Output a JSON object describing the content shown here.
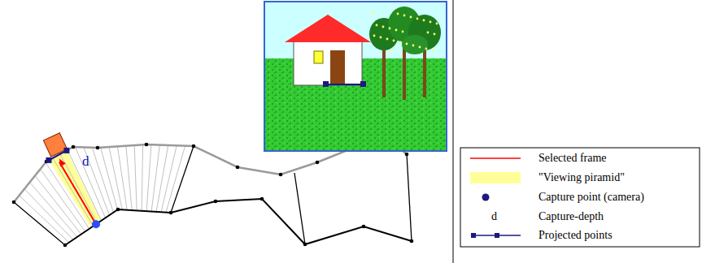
{
  "diagram": {
    "labels": [
      "d",
      "d"
    ],
    "legend": [
      {
        "text": "Selected frame"
      },
      {
        "text": "\"Viewing piramid\"",
        "color": "#ffff99"
      },
      {
        "text": "Capture point (camera)"
      },
      {
        "text": "Capture-depth"
      },
      {
        "text": "Projected points"
      }
    ]
  }
}
